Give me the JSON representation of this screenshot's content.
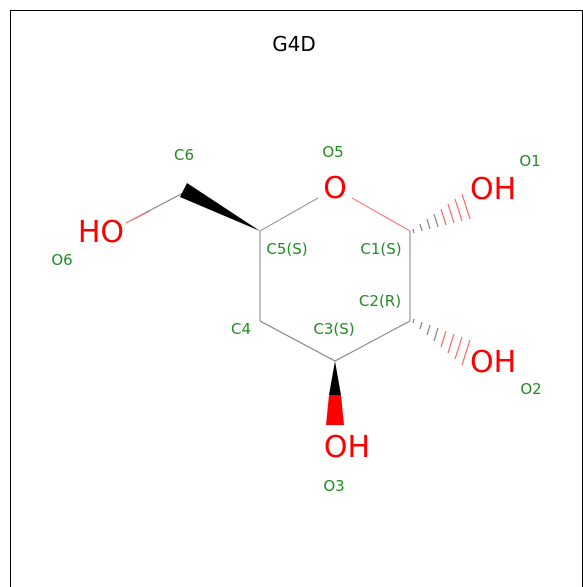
{
  "title": "G4D",
  "colors": {
    "bond": "#808080",
    "oxygen": "#ff0000",
    "annotation": "#228b22",
    "title": "#000000",
    "wedge": "#000000"
  },
  "atoms": {
    "o5_symbol": "O",
    "o1_symbol": "OH",
    "o2_symbol": "OH",
    "o3_symbol": "OH",
    "o6_symbol": "HO"
  },
  "annotations": {
    "c6": "C6",
    "o5": "O5",
    "o1": "O1",
    "o6": "O6",
    "c5": "C5(S)",
    "c1": "C1(S)",
    "c2": "C2(R)",
    "c4": "C4",
    "c3": "C3(S)",
    "o2": "O2",
    "o3": "O3"
  }
}
